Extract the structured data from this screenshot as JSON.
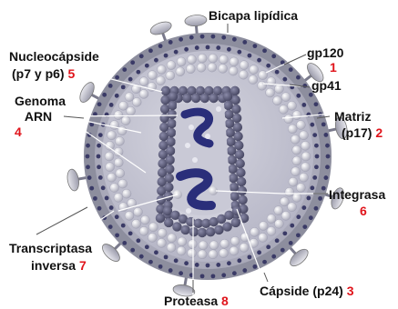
{
  "labels": {
    "bicapa": "Bicapa lipídica",
    "gp120": "gp120",
    "gp41": "gp41",
    "nucleocapside_line1": "Nucleocápside",
    "nucleocapside_line2": "(p7 y p6)",
    "genoma_line1": "Genoma",
    "genoma_line2": "ARN",
    "matriz_line1": "Matriz",
    "matriz_line2": "(p17)",
    "integrasa": "Integrasa",
    "transcriptasa_line1": "Transcriptasa",
    "transcriptasa_line2": "inversa",
    "proteasa": "Proteasa",
    "capside": "Cápside (p24)"
  },
  "numbers": {
    "gp120": "1",
    "matriz": "2",
    "capside": "3",
    "genoma": "4",
    "nucleocapside": "5",
    "integrasa": "6",
    "transcriptasa": "7",
    "proteasa": "8"
  },
  "colors": {
    "membrane_outer": "#8d8e9e",
    "membrane_dots": "#3a3a66",
    "interior": "#c7c7d3",
    "capsid": "#5a5a7c",
    "capsid_inner": "#cfcfdb",
    "rna": "#2a2e7a",
    "number_red": "#e0141b"
  }
}
